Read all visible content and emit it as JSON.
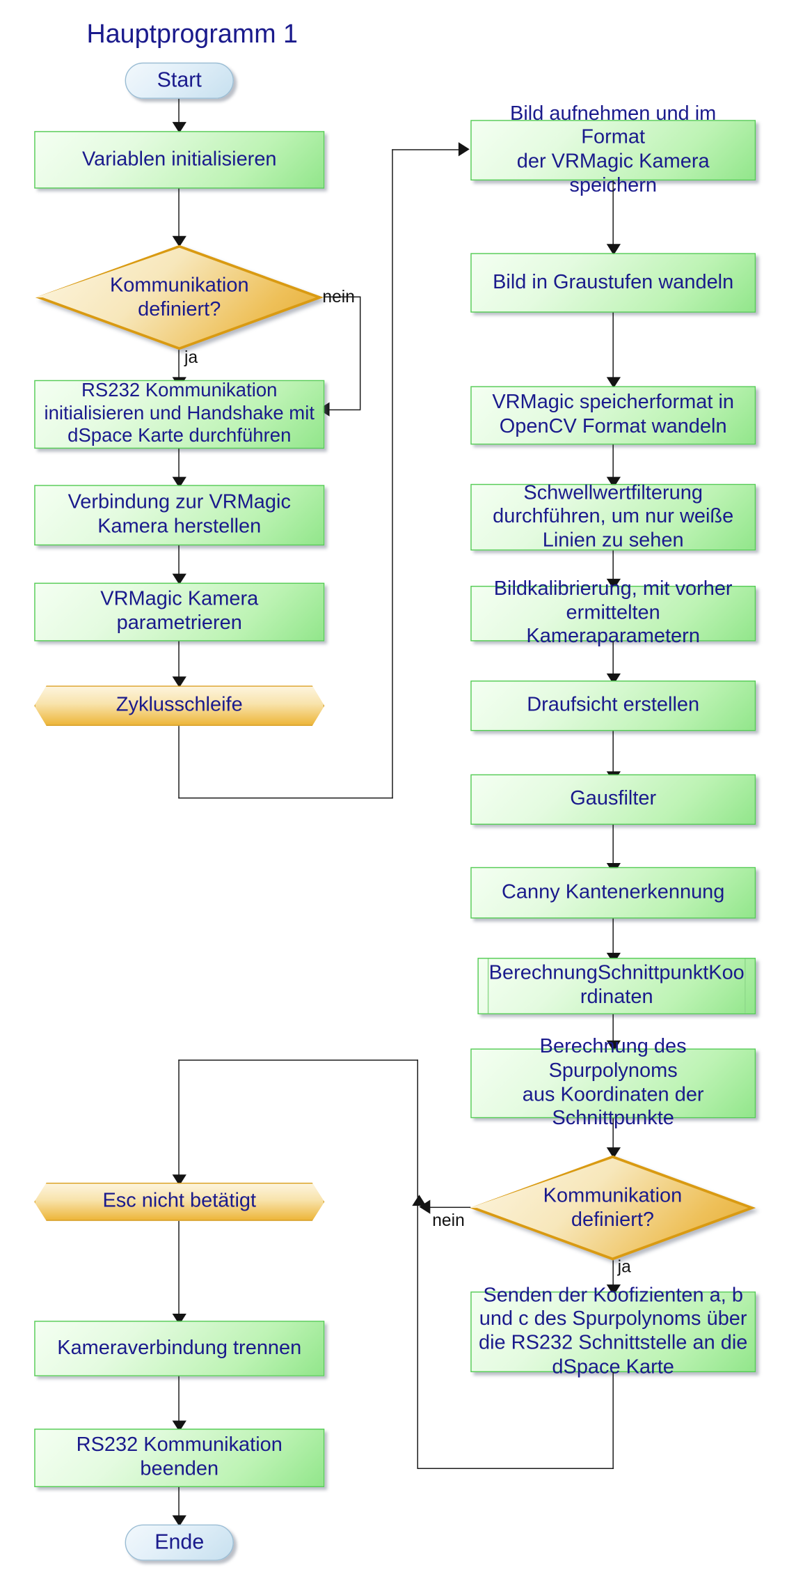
{
  "diagram": {
    "title": "Hauptprogramm 1",
    "type": "flowchart",
    "language": "de",
    "colors": {
      "process_fill": "#bdf3b4",
      "process_border": "#55cc55",
      "decision_fill": "#eec059",
      "decision_border": "#d99a12",
      "terminator_fill": "#c7e0ef",
      "terminator_border": "#9bbdd4",
      "loop_fill": "#edb63a",
      "text": "#1a1a8c",
      "connector": "#141414"
    },
    "nodes": {
      "start": {
        "label": "Start",
        "shape": "terminator"
      },
      "init_vars": {
        "label": "Variablen initialisieren",
        "shape": "process"
      },
      "decision_comm_1": {
        "label": "Kommunikation\ndefiniert?",
        "shape": "decision"
      },
      "rs232_init": {
        "label": "RS232 Kommunikation\ninitialisieren und Handshake mit\ndSpace Karte durchführen",
        "shape": "process"
      },
      "connect_cam": {
        "label": "Verbindung zur VRMagic\nKamera herstellen",
        "shape": "process"
      },
      "param_cam": {
        "label": "VRMagic Kamera\nparametrieren",
        "shape": "process"
      },
      "loop_start": {
        "label": "Zyklusschleife",
        "shape": "loop-limit"
      },
      "capture_image": {
        "label": "Bild aufnehmen und im Format\nder VRMagic Kamera speichern",
        "shape": "process"
      },
      "grayscale": {
        "label": "Bild in Graustufen wandeln",
        "shape": "process"
      },
      "format_convert": {
        "label": "VRMagic speicherformat in\nOpenCV Format wandeln",
        "shape": "process"
      },
      "threshold": {
        "label": "Schwellwertfilterung\ndurchführen, um nur weiße\nLinien zu sehen",
        "shape": "process"
      },
      "calibration": {
        "label": "Bildkalibrierung, mit vorher\nermittelten Kameraparametern",
        "shape": "process"
      },
      "top_view": {
        "label": "Draufsicht erstellen",
        "shape": "process"
      },
      "gauss": {
        "label": "Gausfilter",
        "shape": "process"
      },
      "canny": {
        "label": "Canny Kantenerkennung",
        "shape": "process"
      },
      "calc_intersections": {
        "label": "BerechnungSchnittpunktKoo\nrdinaten",
        "shape": "predefined-process"
      },
      "calc_polynom": {
        "label": "Berechnung des Spurpolynoms\naus Koordinaten der\nSchnittpunkte",
        "shape": "process"
      },
      "decision_comm_2": {
        "label": "Kommunikation\ndefiniert?",
        "shape": "decision"
      },
      "send_coeffs": {
        "label": "Senden der Koofizienten a, b\nund c des Spurpolynoms über\ndie RS232 Schnittstelle an die\ndSpace Karte",
        "shape": "process"
      },
      "esc_not_pressed": {
        "label": "Esc nicht betätigt",
        "shape": "loop-limit"
      },
      "disconnect_cam": {
        "label": "Kameraverbindung trennen",
        "shape": "process"
      },
      "rs232_close": {
        "label": "RS232 Kommunikation\nbeenden",
        "shape": "process"
      },
      "end": {
        "label": "Ende",
        "shape": "terminator"
      }
    },
    "edge_labels": {
      "decision1_no": "nein",
      "decision1_yes": "ja",
      "decision2_no": "nein",
      "decision2_yes": "ja"
    }
  }
}
